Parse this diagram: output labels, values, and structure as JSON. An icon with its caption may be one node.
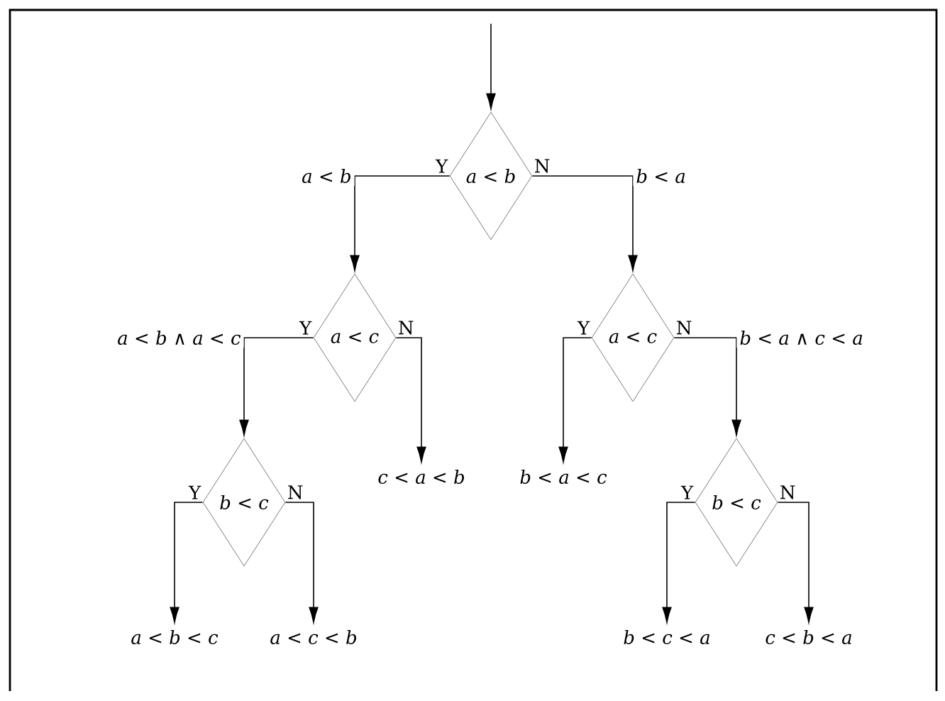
{
  "diagram": {
    "nodes": [
      {
        "text": [
          "a < b"
        ],
        "beside": [
          "Y",
          "N"
        ]
      },
      {
        "text": [
          "a < c"
        ],
        "beside": [
          "Y",
          "N"
        ]
      },
      {
        "text": [
          "a < c"
        ],
        "beside": [
          "Y",
          "N"
        ]
      },
      {
        "text": [
          "b < c"
        ],
        "beside": [
          "Y",
          "N"
        ]
      },
      {
        "text": [
          "c < a < b"
        ]
      },
      {
        "text": [
          "b < a < c"
        ]
      },
      {
        "text": [
          "b < c"
        ],
        "beside": [
          "Y",
          "N"
        ]
      },
      {
        "text": [
          "a < b < c"
        ]
      },
      {
        "text": [
          "a < c < b"
        ]
      },
      {
        "text": [
          "b < c < a"
        ]
      },
      {
        "text": [
          "c < b < a"
        ]
      }
    ],
    "edges": [
      {
        "from": null,
        "to": 0,
        "arrow": "to"
      },
      {
        "from": 0,
        "to": 1,
        "arrow": "to",
        "label": "a < b"
      },
      {
        "from": 0,
        "to": 2,
        "arrow": "to",
        "label": "b < a"
      },
      {
        "from": 1,
        "to": 3,
        "arrow": "to",
        "label": "a < b ∧ a < c"
      },
      {
        "from": 1,
        "to": 4,
        "arrow": "to"
      },
      {
        "from": 2,
        "to": 5,
        "arrow": "to"
      },
      {
        "from": 2,
        "to": 6,
        "arrow": "to",
        "label": "b < a ∧ c < a"
      },
      {
        "from": 3,
        "to": 7,
        "arrow": "to"
      },
      {
        "from": 3,
        "to": 8,
        "arrow": "to"
      },
      {
        "from": 6,
        "to": 9,
        "arrow": "to"
      },
      {
        "from": 6,
        "to": 10,
        "arrow": "to"
      }
    ]
  }
}
